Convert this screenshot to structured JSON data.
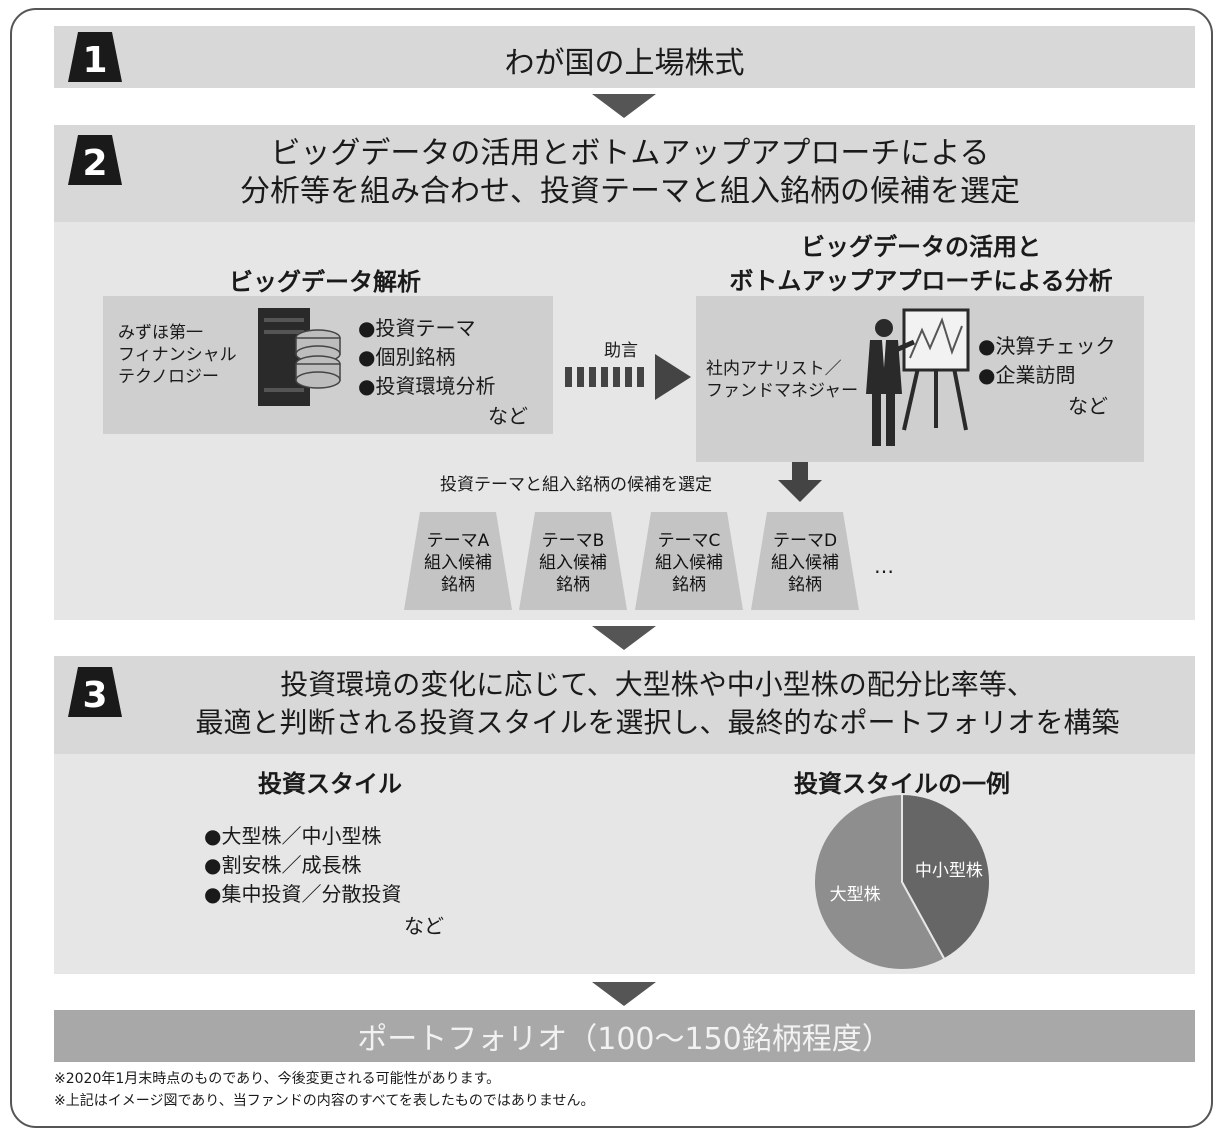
{
  "step1": {
    "number": "1",
    "title": "わが国の上場株式"
  },
  "step2": {
    "number": "2",
    "title_line1": "ビッグデータの活用とボトムアップアプローチによる",
    "title_line2": "分析等を組み合わせ、投資テーマと組入銘柄の候補を選定",
    "bigdata": {
      "heading": "ビッグデータ解析",
      "org": [
        "みずほ第一",
        "フィナンシャル",
        "テクノロジー"
      ],
      "items": [
        "●投資テーマ",
        "●個別銘柄",
        "●投資環境分析"
      ],
      "etc": "など"
    },
    "advice": "助言",
    "bottomup": {
      "heading_line1": "ビッグデータの活用と",
      "heading_line2": "ボトムアップアプローチによる分析",
      "people": [
        "社内アナリスト／",
        "ファンドマネジャー"
      ],
      "items": [
        "●決算チェック",
        "●企業訪問"
      ],
      "etc": "など"
    },
    "select_label": "投資テーマと組入銘柄の候補を選定",
    "themes": [
      {
        "line1": "テーマA",
        "line2": "組入候補",
        "line3": "銘柄"
      },
      {
        "line1": "テーマB",
        "line2": "組入候補",
        "line3": "銘柄"
      },
      {
        "line1": "テーマC",
        "line2": "組入候補",
        "line3": "銘柄"
      },
      {
        "line1": "テーマD",
        "line2": "組入候補",
        "line3": "銘柄"
      }
    ],
    "ellipsis": "…"
  },
  "step3": {
    "number": "3",
    "title_line1": "投資環境の変化に応じて、大型株や中小型株の配分比率等、",
    "title_line2": "最適と判断される投資スタイルを選択し、最終的なポートフォリオを構築",
    "style_heading": "投資スタイル",
    "style_items": [
      "●大型株／中小型株",
      "●割安株／成長株",
      "●集中投資／分散投資"
    ],
    "style_etc": "など",
    "example_heading": "投資スタイルの一例"
  },
  "chart_data": {
    "type": "pie",
    "labels": [
      "中小型株",
      "大型株"
    ],
    "values": [
      42,
      58
    ],
    "colors": [
      "#666666",
      "#8e8e8e"
    ]
  },
  "portfolio": "ポートフォリオ（100〜150銘柄程度）",
  "footnotes": [
    "※2020年1月末時点のものであり、今後変更される可能性があります。",
    "※上記はイメージ図であり、当ファンドの内容のすべてを表したものではありません。"
  ],
  "colors": {
    "bar": "#d8d8d8",
    "panel": "#e6e6e6",
    "inner": "#cfcfcf",
    "dark": "#1a1a1a",
    "arrow": "#555555"
  }
}
